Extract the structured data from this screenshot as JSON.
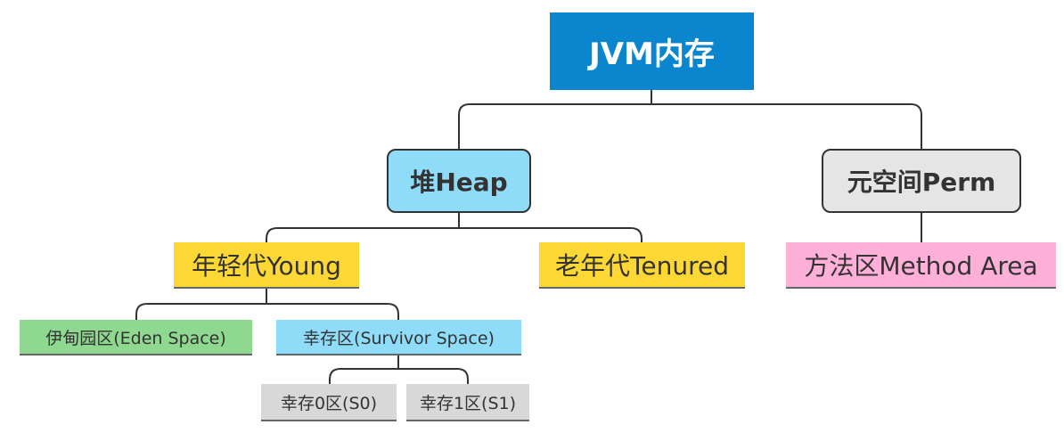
{
  "root": {
    "label": "JVM内存"
  },
  "heap": {
    "label": "堆Heap"
  },
  "perm": {
    "label": "元空间Perm"
  },
  "young": {
    "label": "年轻代Young"
  },
  "old": {
    "label": "老年代Tenured"
  },
  "method_area": {
    "label": "方法区Method Area"
  },
  "eden": {
    "label": "伊甸园区(Eden Space)"
  },
  "survivor": {
    "label": "幸存区(Survivor Space)"
  },
  "s0": {
    "label": "幸存0区(S0)"
  },
  "s1": {
    "label": "幸存1区(S1)"
  },
  "colors": {
    "root": "#0a86cf",
    "heap": "#8fdcf8",
    "perm": "#e5e5e5",
    "generation": "#fdd835",
    "method_area": "#ffb0d8",
    "eden": "#8ed88f",
    "survivor": "#8fdcf8",
    "survivor_part": "#d8d8d8"
  }
}
